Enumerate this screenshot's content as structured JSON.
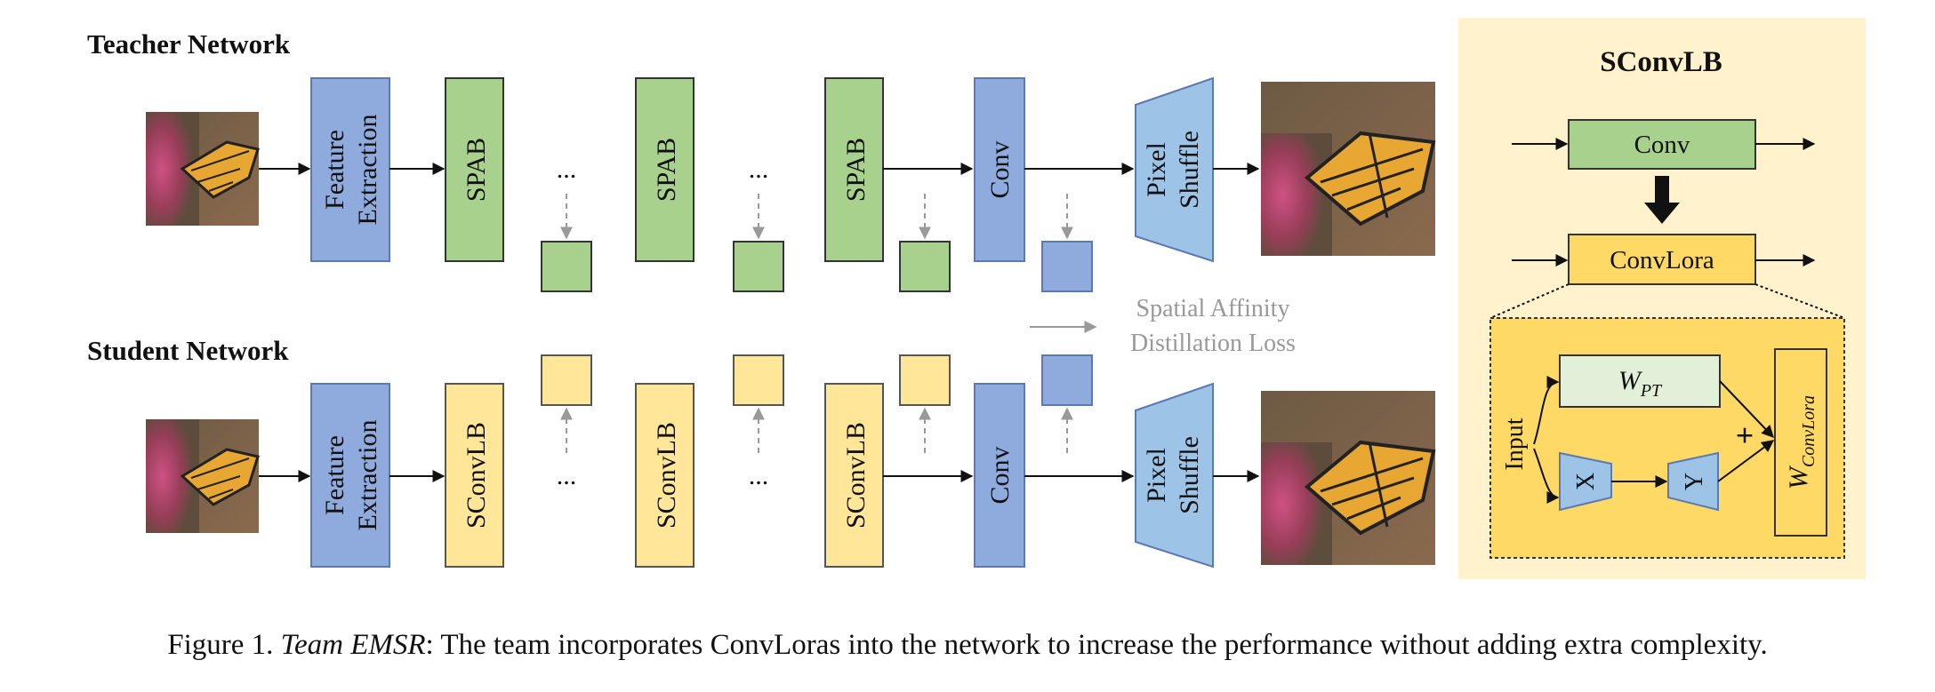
{
  "teacher": {
    "title": "Teacher Network",
    "feature_line1": "Feature",
    "feature_line2": "Extraction",
    "block": "SPAB",
    "conv": "Conv",
    "pixel": "Pixel",
    "shuffle": "Shuffle",
    "ellipsis": "..."
  },
  "student": {
    "title": "Student Network",
    "feature_line1": "Feature",
    "feature_line2": "Extraction",
    "block": "SConvLB",
    "conv": "Conv",
    "pixel": "Pixel",
    "shuffle": "Shuffle",
    "ellipsis": "..."
  },
  "loss": {
    "line1": "Spatial Affinity",
    "line2": "Distillation Loss"
  },
  "panel": {
    "title": "SConvLB",
    "conv": "Conv",
    "convlora": "ConvLora",
    "input": "Input",
    "w_main": "W",
    "w_pt_sub": "PT",
    "x": "X",
    "y": "Y",
    "w_convlora_sub": "ConvLora",
    "plus": "+"
  },
  "caption": {
    "prefix": "Figure 1. ",
    "team": "Team EMSR",
    "rest": ": The team incorporates ConvLoras into the network to increase the performance without adding extra complexity."
  },
  "colors": {
    "blue_box": "#8faadc",
    "green_box": "#a9d18e",
    "yellow_box": "#ffe699",
    "pixel_blue": "#9dc3e6",
    "panel_bg": "#fff2cc",
    "panel_inner": "#ffd966",
    "convlora_box": "#ffd966",
    "wpt_box": "#e2f0d9",
    "xy_blue": "#9dc3e6",
    "loss_gray": "#999999"
  }
}
